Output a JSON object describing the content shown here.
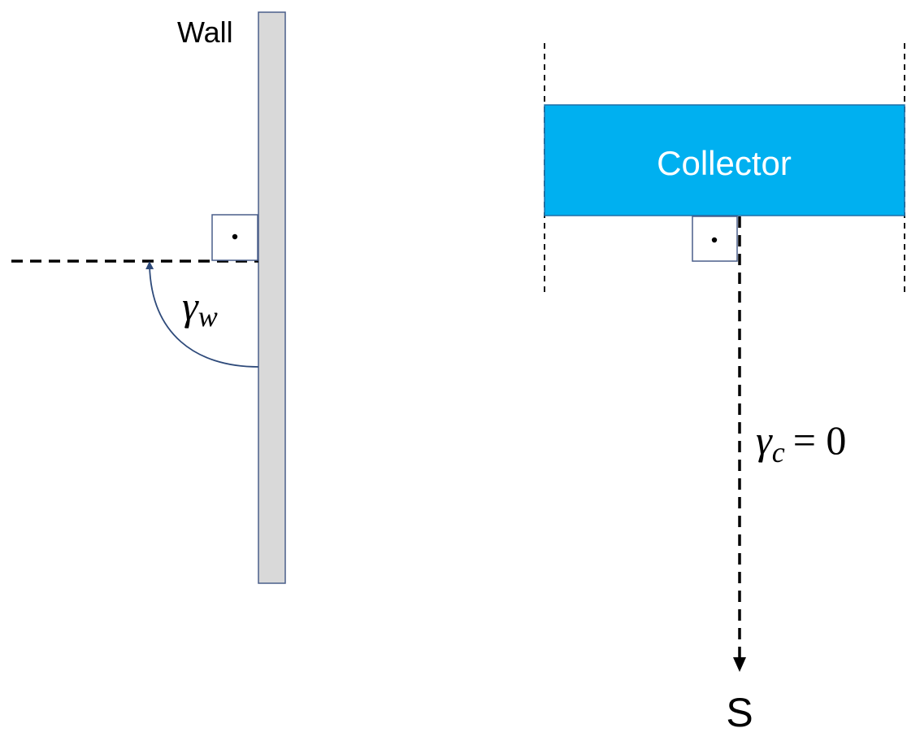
{
  "wall": {
    "label": "Wall",
    "fill_color": "#d9d9d9",
    "stroke_color": "#4a5f8a"
  },
  "wall_angle": {
    "symbol": "γ",
    "subscript": "w"
  },
  "collector": {
    "label": "Collector",
    "fill_color": "#00b0f0",
    "stroke_color": "#1f6fa8",
    "text_color": "#ffffff"
  },
  "collector_angle": {
    "symbol": "γ",
    "subscript": "c",
    "equation": "= 0"
  },
  "south_label": "S",
  "arrow_color": "#2e4a7a",
  "right_angle_marker_color": "#4a5f8a"
}
